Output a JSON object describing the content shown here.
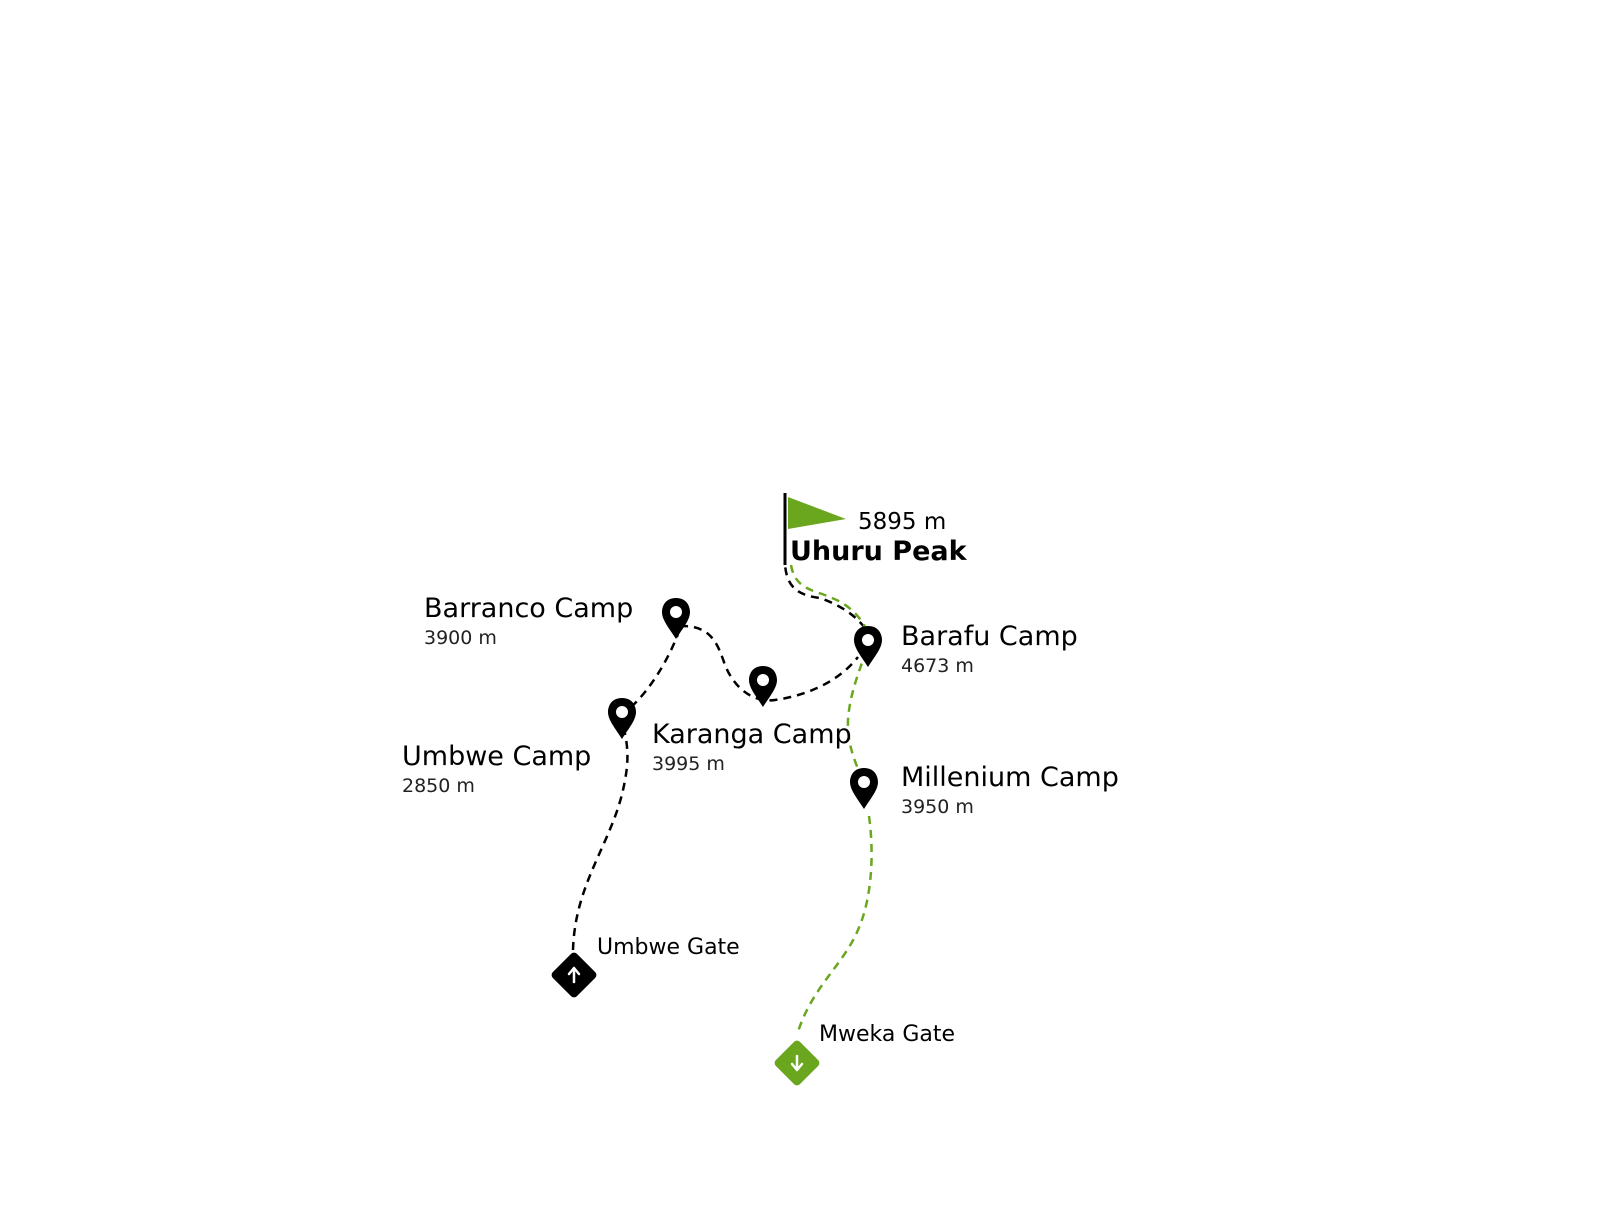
{
  "colors": {
    "ascent_route": "#000000",
    "descent_route": "#6aa61e",
    "marker": "#000000",
    "summit_flag": "#6aa61e",
    "start_gate": "#000000",
    "end_gate": "#6aa61e"
  },
  "summit": {
    "name": "Uhuru Peak",
    "elevation": "5895 m",
    "icon": "flag-icon"
  },
  "camps": [
    {
      "name": "Barranco Camp",
      "elevation": "3900 m",
      "icon": "map-pin-icon"
    },
    {
      "name": "Barafu Camp",
      "elevation": "4673 m",
      "icon": "map-pin-icon"
    },
    {
      "name": "Umbwe Camp",
      "elevation": "2850 m",
      "icon": "map-pin-icon"
    },
    {
      "name": "Karanga Camp",
      "elevation": "3995 m",
      "icon": "map-pin-icon"
    },
    {
      "name": "Millenium Camp",
      "elevation": "3950 m",
      "icon": "map-pin-icon"
    }
  ],
  "gates": [
    {
      "name": "Umbwe Gate",
      "icon": "arrow-up-icon",
      "role": "start"
    },
    {
      "name": "Mweka Gate",
      "icon": "arrow-down-icon",
      "role": "end"
    }
  ]
}
